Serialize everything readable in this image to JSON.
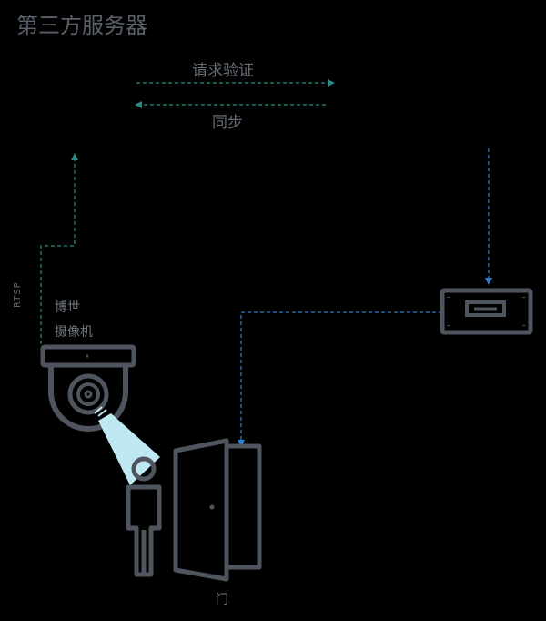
{
  "diagram": {
    "title": "第三方服务器",
    "arrows": {
      "request_label": "请求验证",
      "sync_label": "同步",
      "rtsp_label": "RTSP"
    },
    "camera": {
      "label_line1": "博世",
      "label_line2": "摄像机",
      "icon": "dome-camera-icon"
    },
    "door": {
      "label": "门",
      "icon": "door-icon"
    },
    "controller": {
      "icon": "access-controller-icon"
    },
    "person": {
      "icon": "person-icon"
    },
    "colors": {
      "background": "#000000",
      "line_gray": "#4e555e",
      "arrow_teal": "#2a8a84",
      "arrow_blue": "#2f7fd0",
      "light_beam": "#bfe8f2"
    }
  }
}
